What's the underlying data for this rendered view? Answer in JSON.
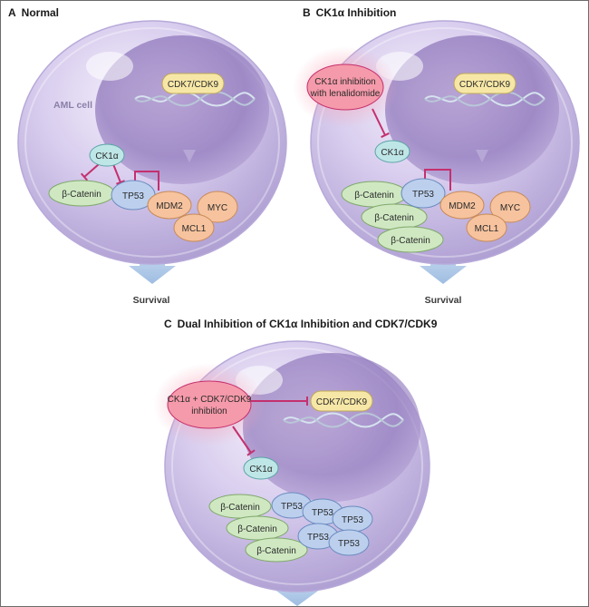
{
  "panels": {
    "a": {
      "letter": "A",
      "title": "Normal",
      "cell_label": "AML cell",
      "outcome": "Survival"
    },
    "b": {
      "letter": "B",
      "title": "CK1α Inhibition",
      "outcome": "Survival",
      "inhibitor_line1": "CK1α inhibition",
      "inhibitor_line2": "with lenalidomide"
    },
    "c": {
      "letter": "C",
      "title": "Dual Inhibition of CK1α Inhibition and CDK7/CDK9",
      "inhibitor_line1": "CK1α + CDK7/CDK9",
      "inhibitor_line2": "inhibition"
    }
  },
  "nodes": {
    "cdk": "CDK7/CDK9",
    "ck1a": "CK1α",
    "beta_catenin": "β-Catenin",
    "tp53": "TP53",
    "mdm2": "MDM2",
    "myc": "MYC",
    "mcl1": "MCL1"
  },
  "colors": {
    "cdk_node": "#f7e7a6",
    "ck1a_node": "#bfe6e6",
    "catenin_node": "#cfe8c2",
    "tp53_node": "#bcd0ee",
    "mdm2_myc_mcl1_node": "#f6c39e",
    "inhibitor_node": "#f59aaa",
    "inhibition_line": "#c4306e",
    "survival_arrow": "#aac6e6",
    "cell_fill": "#cdbfe6"
  }
}
